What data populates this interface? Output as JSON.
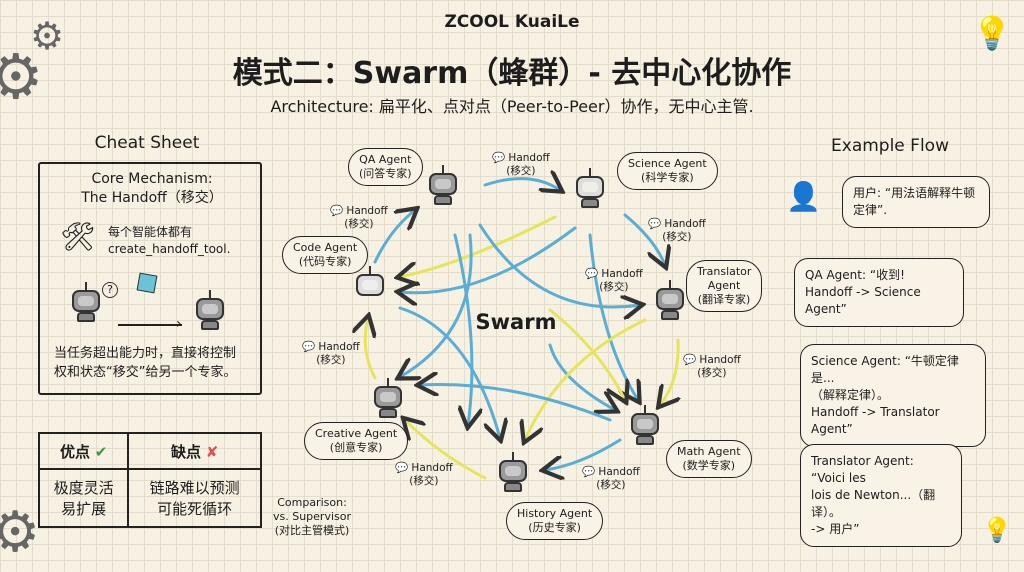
{
  "header": {
    "logo": "ZCOOL KuaiLe",
    "title": "模式二：Swarm（蜂群）- 去中心化协作",
    "subtitle": "Architecture: 扁平化、点对点（Peer-to-Peer）协作，无中心主管."
  },
  "cheat_sheet": {
    "title": "Cheat Sheet",
    "core_line1": "Core Mechanism:",
    "core_line2": "The Handoff（移交）",
    "tool_line1": "每个智能体都有",
    "tool_line2": "create_handoff_tool.",
    "desc_line1": "当任务超出能力时，直接将控制",
    "desc_line2": "权和状态“移交”给另一个专家。"
  },
  "comparison": {
    "pros_header": "优点",
    "cons_header": "缺点",
    "pros_line1": "极度灵活",
    "pros_line2": "易扩展",
    "cons_line1": "链路难以预测",
    "cons_line2": "可能死循环",
    "note_line1": "Comparison:",
    "note_line2": "vs. Supervisor",
    "note_line3": "(对比主管模式)"
  },
  "swarm": {
    "center_label": "Swarm",
    "agents": [
      {
        "name": "QA Agent",
        "role": "(问答专家)"
      },
      {
        "name": "Science Agent",
        "role": "(科学专家)"
      },
      {
        "name": "Translator Agent",
        "role": "(翻译专家)"
      },
      {
        "name": "Math Agent",
        "role": "(数学专家)"
      },
      {
        "name": "History Agent",
        "role": "(历史专家)"
      },
      {
        "name": "Creative Agent",
        "role": "(创意专家)"
      },
      {
        "name": "Code Agent",
        "role": "(代码专家)"
      }
    ],
    "handoff_label": "Handoff",
    "handoff_sub": "(移交)",
    "colors": {
      "blue": "#5aaed6",
      "yellow": "#e6e55a"
    }
  },
  "example_flow": {
    "title": "Example Flow",
    "user": "用户: “用法语解释牛顿定律”.",
    "qa_line1": "QA Agent: “收到!",
    "qa_line2": "Handoff -> Science Agent”",
    "sci_line1": "Science Agent: “牛顿定律是...",
    "sci_line2": "（解释定律）。",
    "sci_line3": "Handoff -> Translator Agent”",
    "tr_line1": "Translator Agent: “Voici les",
    "tr_line2": "lois de Newton...（翻译）。",
    "tr_line3": "-> 用户”"
  }
}
